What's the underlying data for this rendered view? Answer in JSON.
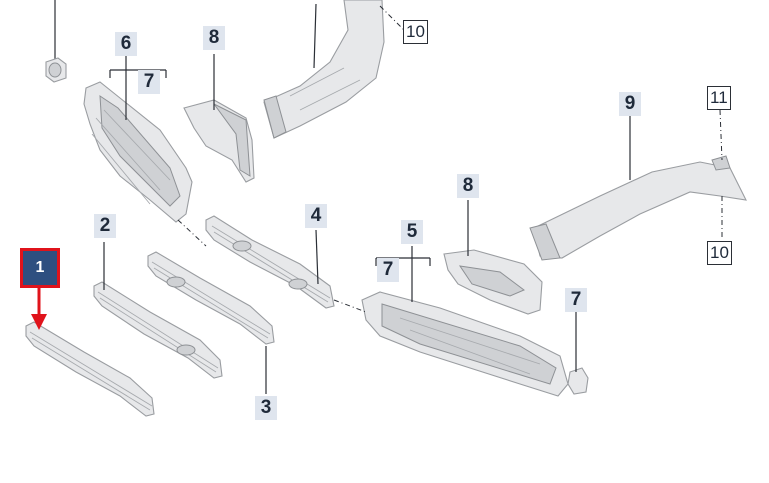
{
  "callouts": {
    "c1": "1",
    "c2": "2",
    "c3": "3",
    "c4": "4",
    "c5": "5",
    "c6": "6",
    "c7a": "7",
    "c7b": "7",
    "c7c": "7",
    "c8a": "8",
    "c8b": "8",
    "c9": "9",
    "c10a": "10",
    "c10b": "10",
    "c11": "11"
  },
  "colors": {
    "highlight_border": "#e0131b",
    "highlight_fill": "#2e4f80",
    "label_bg": "#dfe5ee"
  }
}
